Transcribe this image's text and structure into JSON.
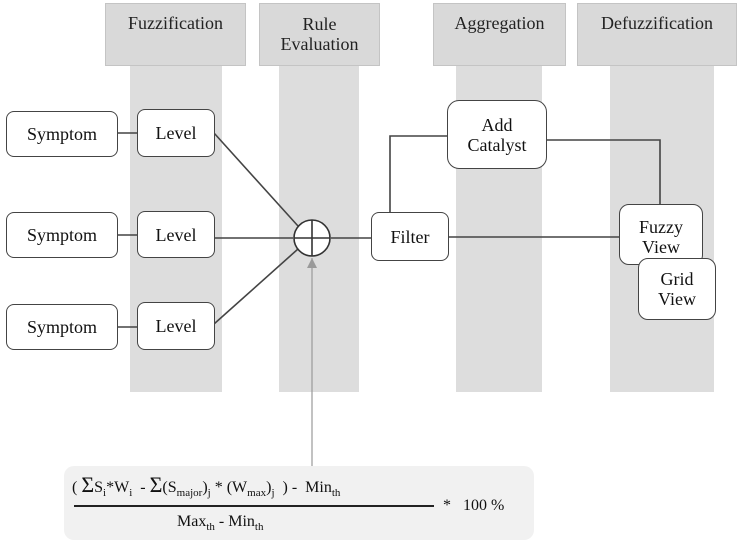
{
  "stages": {
    "fuzzification": "Fuzzification",
    "rule_evaluation_line1": "Rule",
    "rule_evaluation_line2": "Evaluation",
    "aggregation": "Aggregation",
    "defuzzification": "Defuzzification"
  },
  "nodes": {
    "symptom_1": "Symptom",
    "symptom_2": "Symptom",
    "symptom_3": "Symptom",
    "level_1": "Level",
    "level_2": "Level",
    "level_3": "Level",
    "filter": "Filter",
    "add_catalyst_line1": "Add",
    "add_catalyst_line2": "Catalyst",
    "fuzzy_view_line1": "Fuzzy",
    "fuzzy_view_line2": "View",
    "grid_view_line1": "Grid",
    "grid_view_line2": "View"
  },
  "formula": {
    "open_paren": "(",
    "sigma": "Σ",
    "si": "S",
    "si_sub": "i",
    "times_wi": "*W",
    "wi_sub": "i",
    "minus": "-",
    "sigma2": "Σ",
    "s_major_open": "(S",
    "s_major_sub": "major",
    "s_major_close": ")",
    "j_sub": "j",
    "times": "*",
    "w_max_open": "(W",
    "w_max_sub": "max",
    "w_max_close": ")",
    "j_sub2": "j",
    "close_minus": ") -",
    "min": "Min",
    "th_sub": "th",
    "max": "Max",
    "th_sub2": "th",
    "denom_minus": "-",
    "min2": "Min",
    "th_sub3": "th",
    "multiplier": "*",
    "percent": "100 %"
  },
  "colors": {
    "column": "#dddddd",
    "header": "#d9d9d9",
    "line": "#444444",
    "formula_bg": "#f1f1f1"
  }
}
